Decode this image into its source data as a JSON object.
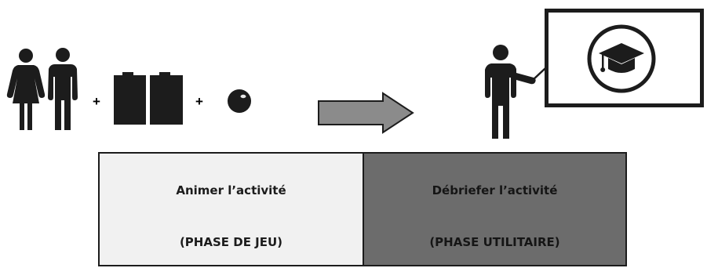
{
  "colors": {
    "ink": "#1c1c1c",
    "arrow_fill": "#8b8b8b",
    "play_box_bg": "#f1f1f1",
    "debrief_box_bg": "#6c6c6c"
  },
  "operators": {
    "plus_1": "+",
    "plus_2": "+"
  },
  "icons": {
    "woman": "woman-icon",
    "man": "man-icon",
    "cards": "cards-icon",
    "ball": "ball-icon",
    "arrow": "right-arrow-icon",
    "presenter": "presenter-icon",
    "board": "whiteboard-icon",
    "graduation_cap": "graduation-cap-icon"
  },
  "phases": {
    "play": {
      "title": "Animer l’activité",
      "subtitle": "(PHASE DE JEU)"
    },
    "debrief": {
      "title": "Débriefer l’activité",
      "subtitle": "(PHASE UTILITAIRE)"
    }
  }
}
